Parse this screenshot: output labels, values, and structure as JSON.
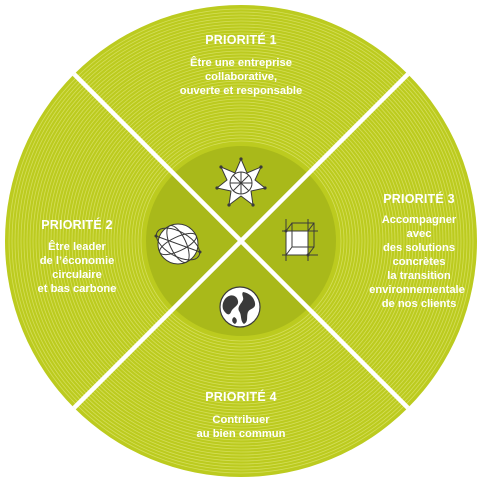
{
  "colors": {
    "outer_ring": "#bccb1f",
    "ring_lines": "#d4de5a",
    "inner_circle": "#a9b91a",
    "separator": "#ffffff",
    "text": "#ffffff",
    "icon_stroke": "#3a3a3a"
  },
  "quadrants": [
    {
      "id": "top",
      "title": "PRIORITÉ 1",
      "lines": [
        "Être une entreprise",
        "collaborative,",
        "ouverte et responsable"
      ],
      "icon": "star-polyhedron-icon"
    },
    {
      "id": "left",
      "title": "PRIORITÉ 2",
      "lines": [
        "Être leader",
        "de l’économie",
        "circulaire",
        "et bas carbone"
      ],
      "icon": "gyroscope-sphere-icon"
    },
    {
      "id": "right",
      "title": "PRIORITÉ 3",
      "lines": [
        "Accompagner",
        "avec",
        "des solutions",
        "concrètes",
        "la transition",
        "environnementale",
        "de nos clients"
      ],
      "icon": "wireframe-cube-icon"
    },
    {
      "id": "bottom",
      "title": "PRIORITÉ 4",
      "lines": [
        "Contribuer",
        "au bien commun"
      ],
      "icon": "earth-globe-icon"
    }
  ]
}
